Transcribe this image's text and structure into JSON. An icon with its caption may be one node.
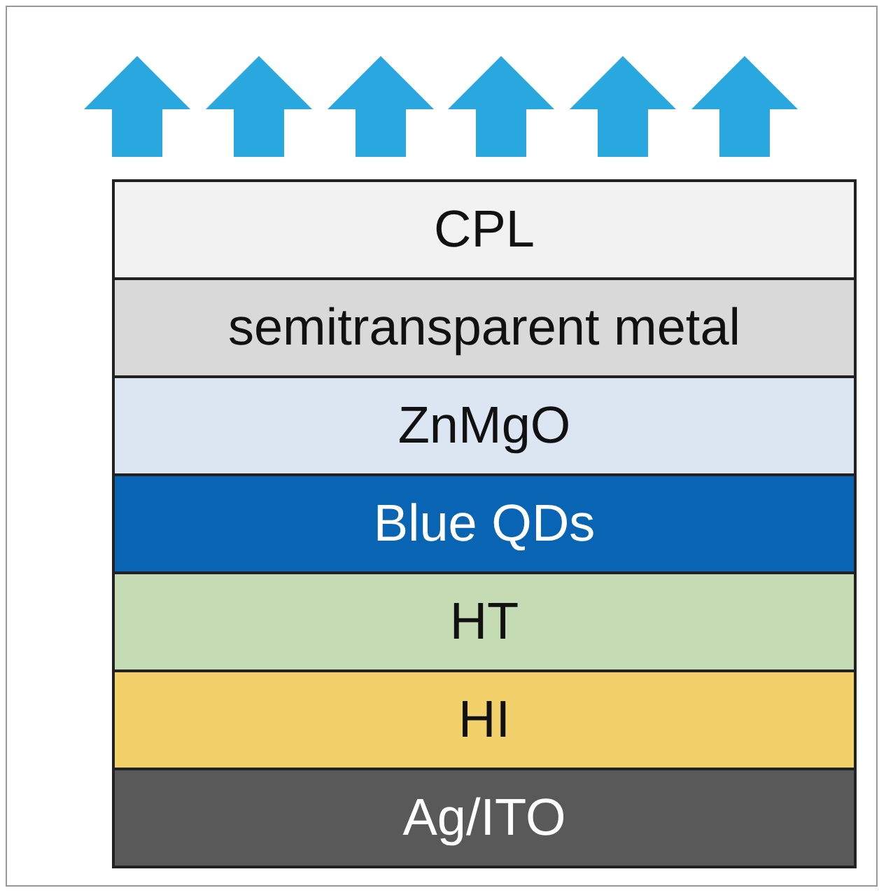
{
  "diagram": {
    "nodes": [
      {
        "text": [
          "CPL"
        ]
      },
      {
        "text": [
          "semitransparent metal"
        ]
      },
      {
        "text": [
          "ZnMgO"
        ]
      },
      {
        "text": [
          "Blue QDs"
        ]
      },
      {
        "text": [
          "HT"
        ]
      },
      {
        "text": [
          "HI"
        ]
      },
      {
        "text": [
          "Ag/ITO"
        ]
      }
    ]
  }
}
